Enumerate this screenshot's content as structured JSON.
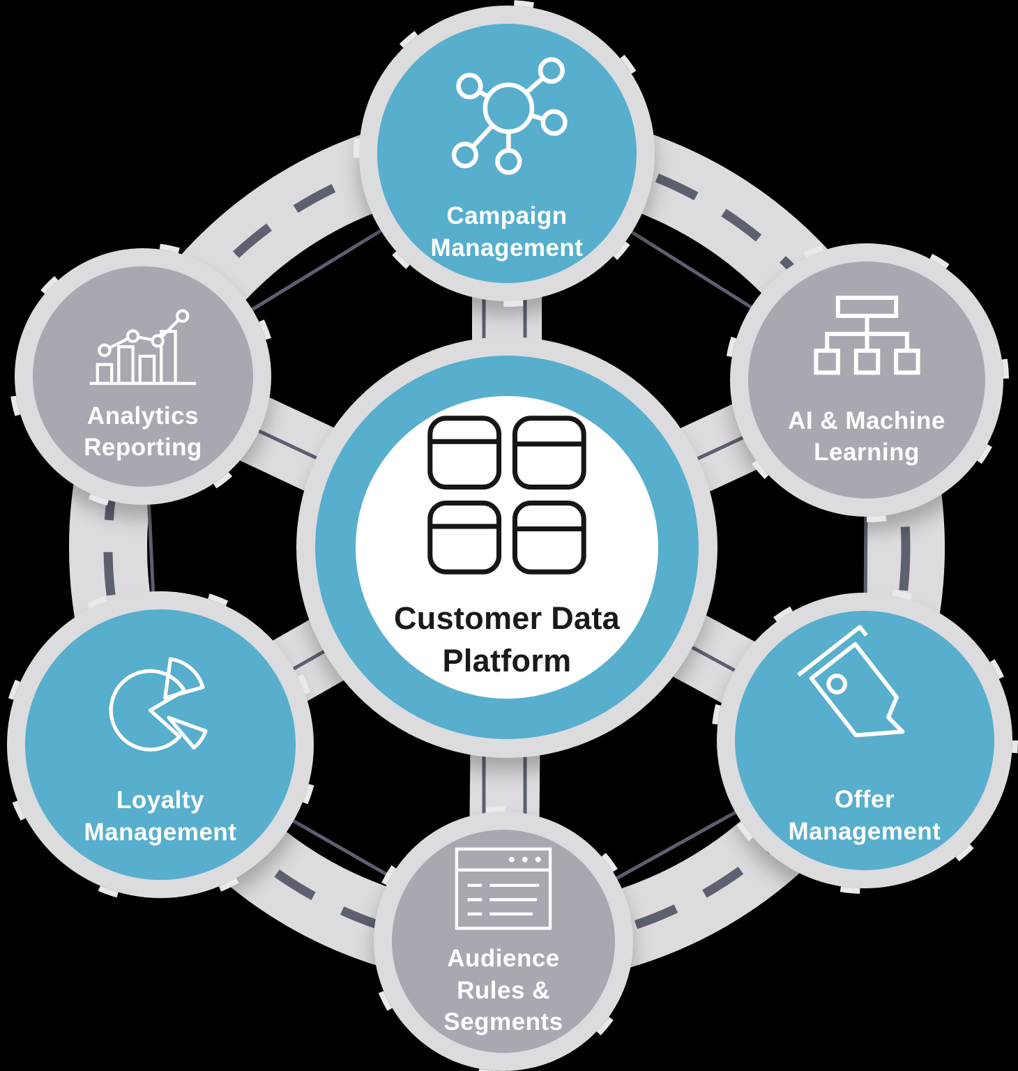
{
  "diagram_title": "Customer Data Platform",
  "colors": {
    "teal_node": "#57AECD",
    "gray_node": "#A8A8B0",
    "halo_band": "#DCDCDE",
    "connector_dark": "#5C606F",
    "center_fill": "#FFFFFF",
    "center_text": "#1A1A1A",
    "node_text": "#FFFFFF",
    "background": "#000000"
  },
  "center": {
    "id": "customer-data-platform",
    "lines": [
      "Customer Data",
      "Platform"
    ],
    "icon": "data-grid-icon",
    "color": "#57AECD"
  },
  "nodes": [
    {
      "id": "campaign-management",
      "lines": [
        "Campaign",
        "Management"
      ],
      "icon": "network-hub-icon",
      "color": "#57AECD",
      "position": "top",
      "connected_to": "customer-data-platform"
    },
    {
      "id": "ai-machine-learning",
      "lines": [
        "AI & Machine",
        "Learning"
      ],
      "icon": "hierarchy-icon",
      "color": "#A8A8B0",
      "position": "top-right",
      "connected_to": "customer-data-platform"
    },
    {
      "id": "offer-management",
      "lines": [
        "Offer",
        "Management"
      ],
      "icon": "price-tag-icon",
      "color": "#57AECD",
      "position": "bottom-right",
      "connected_to": "customer-data-platform"
    },
    {
      "id": "audience-rules-segments",
      "lines": [
        "Audience",
        "Rules &",
        "Segments"
      ],
      "icon": "browser-list-icon",
      "color": "#A8A8B0",
      "position": "bottom",
      "connected_to": "customer-data-platform"
    },
    {
      "id": "loyalty-management",
      "lines": [
        "Loyalty",
        "Management"
      ],
      "icon": "pie-chart-icon",
      "color": "#57AECD",
      "position": "bottom-left",
      "connected_to": "customer-data-platform"
    },
    {
      "id": "analytics-reporting",
      "lines": [
        "Analytics",
        "Reporting"
      ],
      "icon": "bar-line-chart-icon",
      "color": "#A8A8B0",
      "position": "top-left",
      "connected_to": "customer-data-platform"
    }
  ]
}
